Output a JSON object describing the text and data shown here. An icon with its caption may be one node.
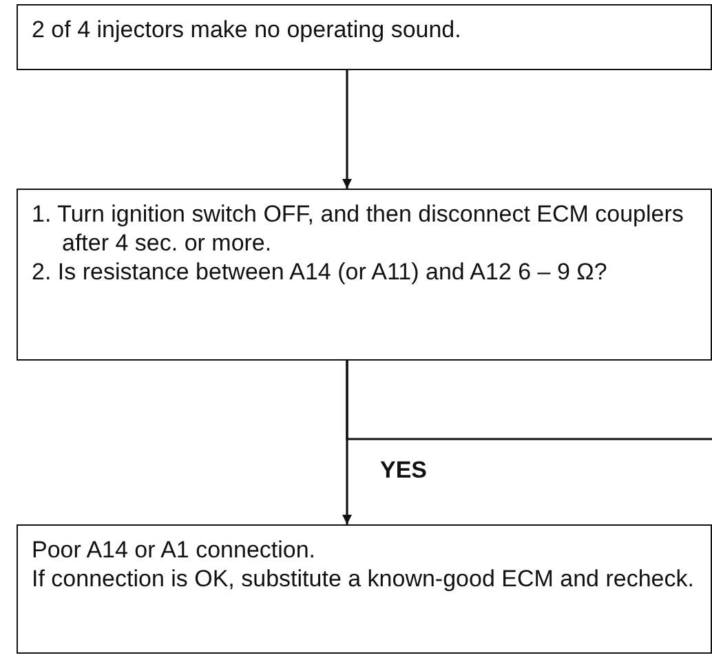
{
  "diagram": {
    "nodes": [
      {
        "text": [
          "2 of 4 injectors make no operating sound."
        ]
      },
      {
        "text": [
          "1. Turn ignition switch OFF, and then disconnect ECM couplers after 4 sec. or more.",
          "2. Is resistance between A14 (or A11) and A12 6 – 9 Ω?"
        ]
      },
      {
        "text": [
          "Poor A14 or A1 connection.",
          "If connection is OK, substitute a known-good ECM and recheck."
        ]
      }
    ],
    "edges": [
      {
        "from": 0,
        "to": 1,
        "arrow": "to"
      },
      {
        "from": 1,
        "to": 2,
        "arrow": "to",
        "label": "YES"
      },
      {
        "from": 1,
        "to": null,
        "arrow": "none"
      }
    ]
  }
}
